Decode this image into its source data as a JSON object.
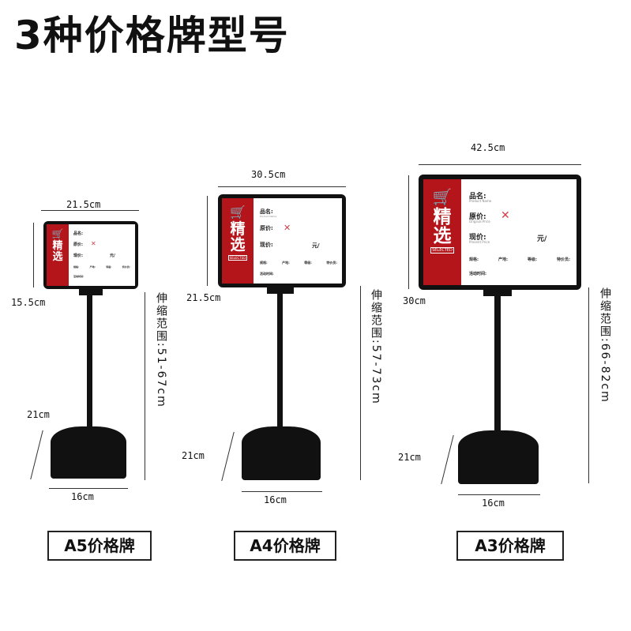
{
  "title": "3种价格牌型号",
  "card": {
    "cart_icon": "cart-icon",
    "jingxuan": "精选",
    "selected": "SELECTED",
    "pinming": "品名:",
    "pinming_en": "Product Name",
    "yuanjia": "原价:",
    "yuanjia_en": "Original Price",
    "xianjia": "现价:",
    "xianjia_en": "Present Price",
    "yuan": "元/",
    "guige": "规格:",
    "chandi": "产地:",
    "dengji": "等级:",
    "tejia": "特价员:",
    "huodong": "活动时间:"
  },
  "models": [
    {
      "width_label": "21.5cm",
      "height_label": "15.5cm",
      "range_label": "伸缩范围:51-67cm",
      "base_depth": "21cm",
      "base_width": "16cm",
      "name": "A5价格牌"
    },
    {
      "width_label": "30.5cm",
      "height_label": "21.5cm",
      "range_label": "伸缩范围:57-73cm",
      "base_depth": "21cm",
      "base_width": "16cm",
      "name": "A4价格牌"
    },
    {
      "width_label": "42.5cm",
      "height_label": "30cm",
      "range_label": "伸缩范围:66-82cm",
      "base_depth": "21cm",
      "base_width": "16cm",
      "name": "A3价格牌"
    }
  ]
}
